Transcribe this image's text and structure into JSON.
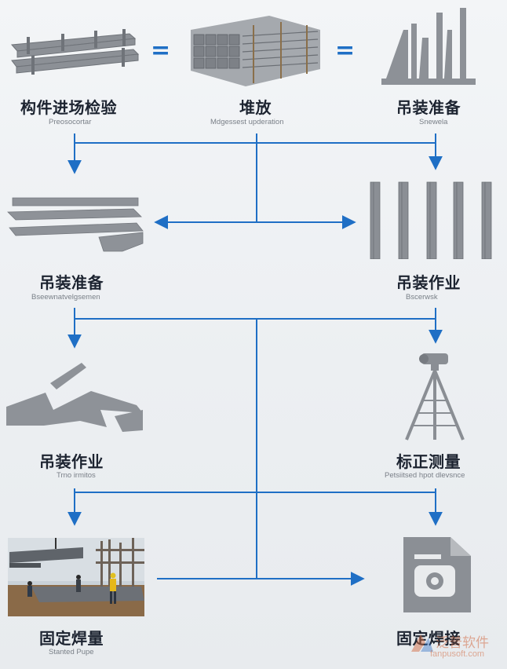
{
  "row1": {
    "left": {
      "title": "构件进场检验",
      "sub": "Preosocortar",
      "icon": "stacked-beams-icon"
    },
    "equals_1": "=",
    "center": {
      "title": "堆放",
      "sub": "Mdgessest upderation",
      "icon": "material-bundle-icon"
    },
    "equals_2": "=",
    "right": {
      "title": "吊装准备",
      "sub": "Snewela",
      "icon": "steel-profiles-icon"
    }
  },
  "row2": {
    "left": {
      "title": "吊装准备",
      "sub": "Bseewnatvelgsemen",
      "icon": "flat-plates-icon"
    },
    "right": {
      "title": "吊装作业",
      "sub": "Bscerwsk",
      "icon": "standing-columns-icon"
    }
  },
  "row3": {
    "left": {
      "title": "吊装作业",
      "sub": "Trno irmitos",
      "icon": "angled-beams-icon"
    },
    "right": {
      "title": "标正测量",
      "sub": "Petsiitsed hpot dlevsnce",
      "icon": "survey-tripod-icon"
    }
  },
  "row4": {
    "left": {
      "title": "固定焊量",
      "sub": "Stanted Pupe",
      "icon": "construction-site-photo"
    },
    "right": {
      "title": "固定焊接",
      "sub": "",
      "icon": "document-stamp-icon"
    }
  },
  "watermark": {
    "name": "泛普软件",
    "url": "fanpusoft.com"
  },
  "colors": {
    "accent": "#1f6fc5",
    "gray": "#8f9399",
    "text": "#1c2330"
  }
}
